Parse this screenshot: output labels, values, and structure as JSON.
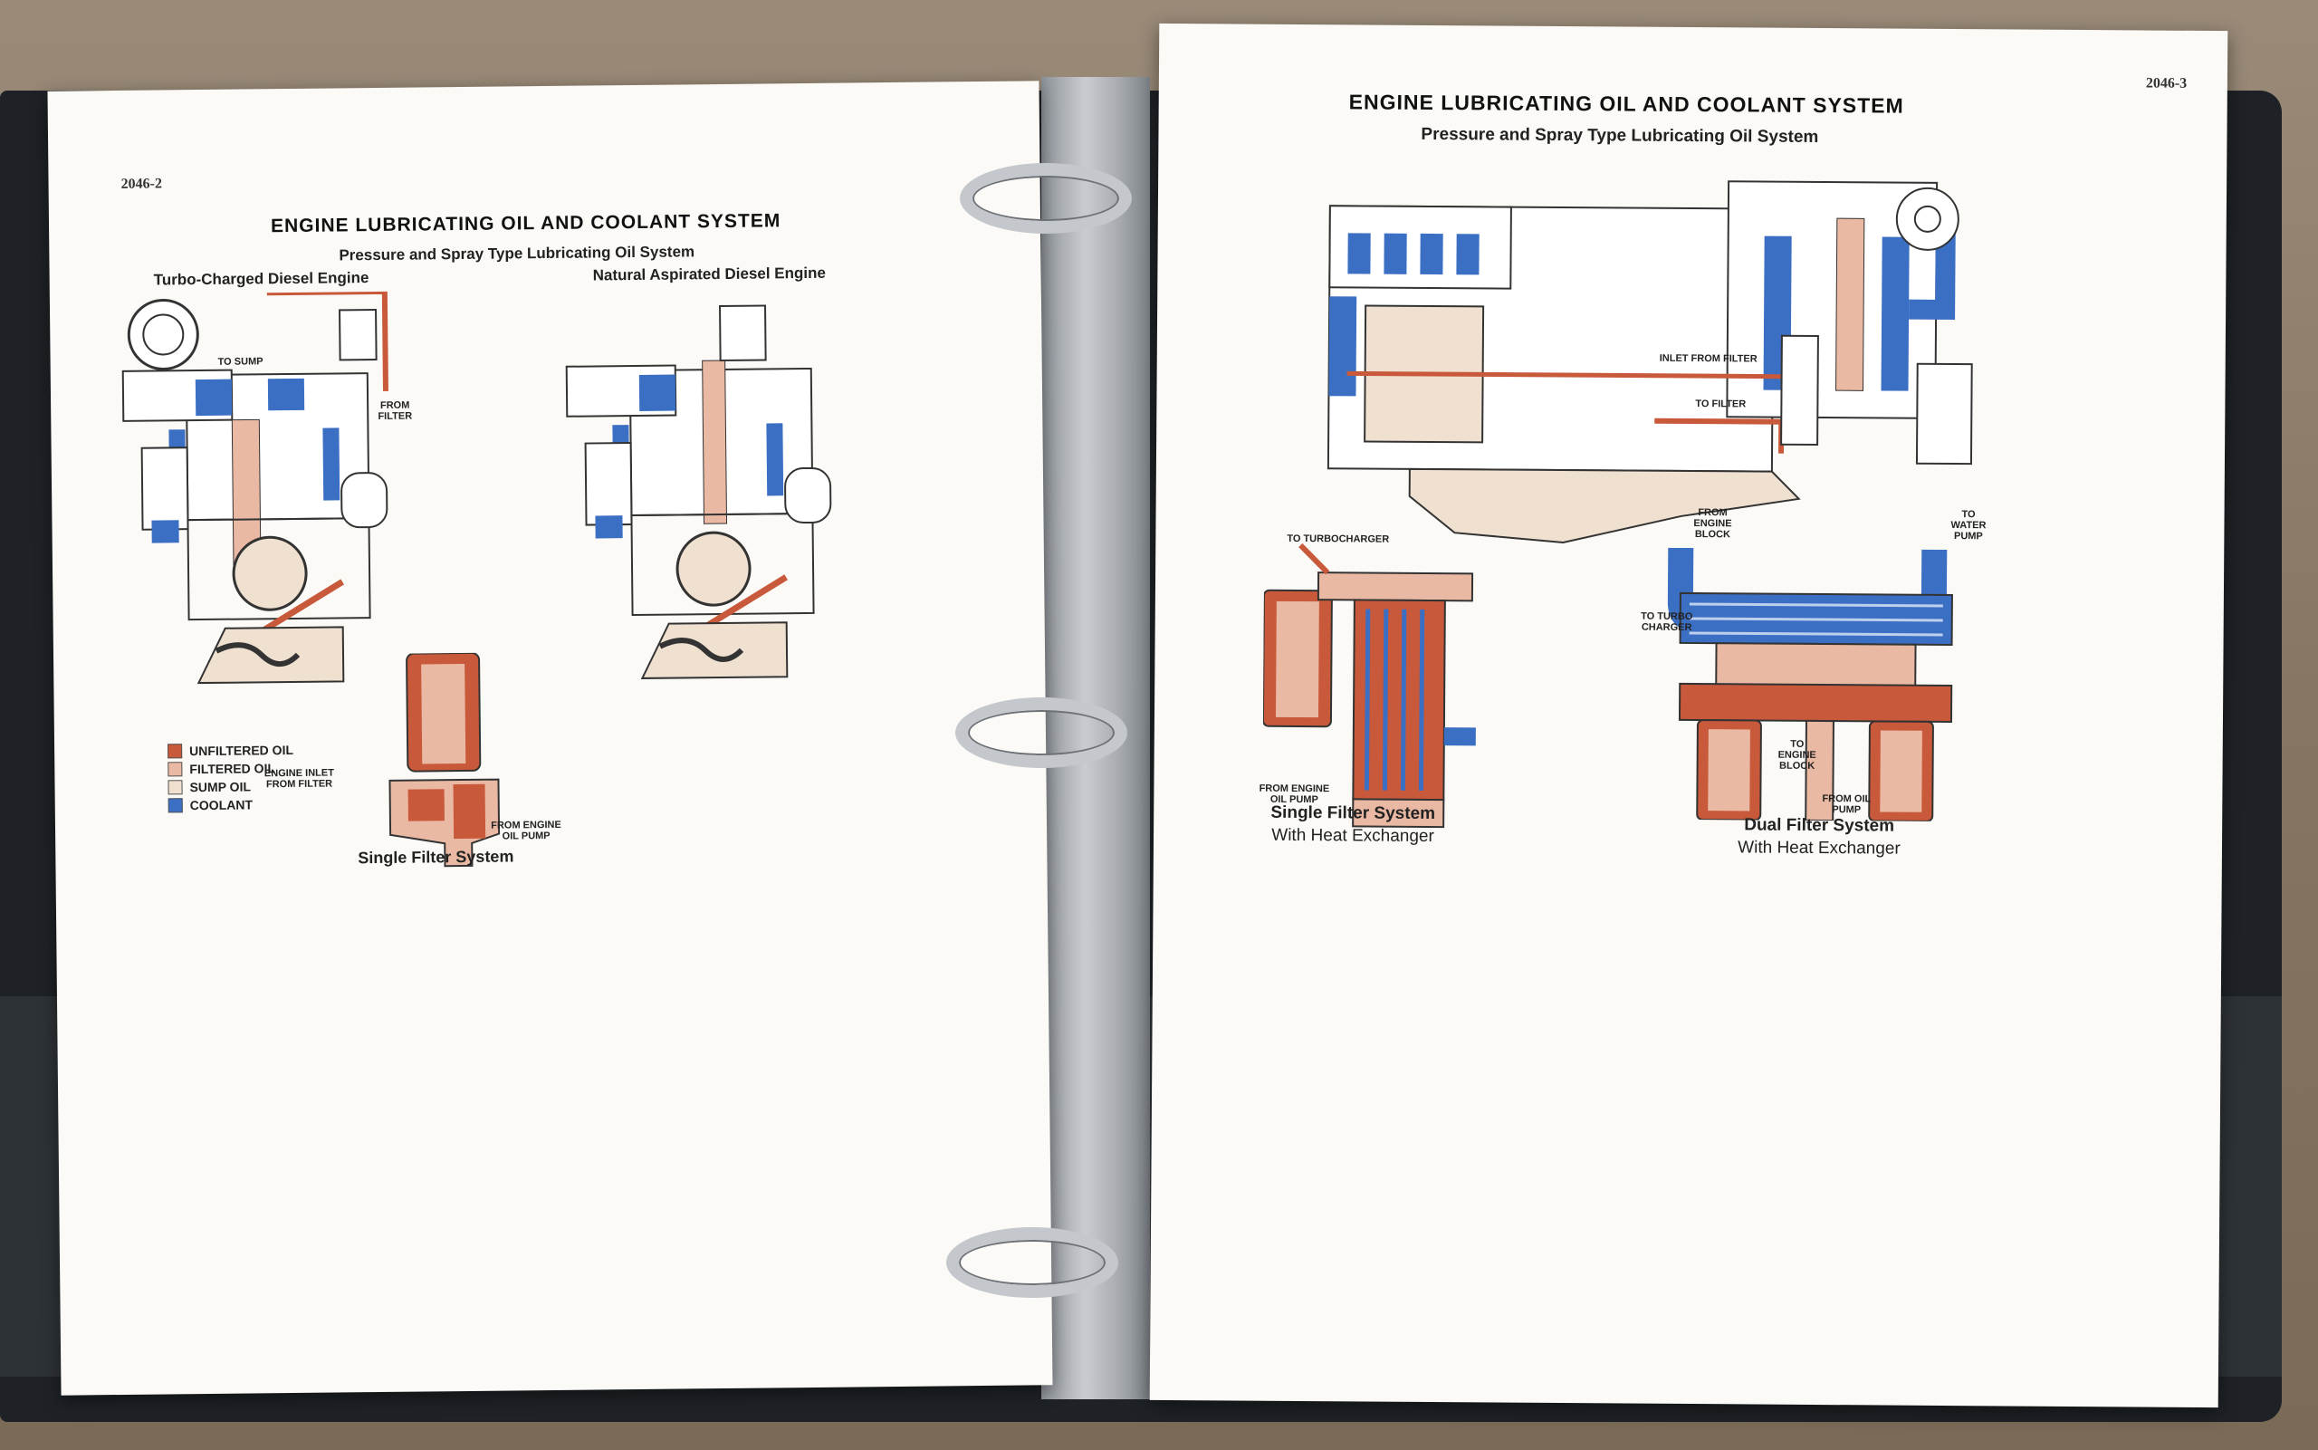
{
  "left_page": {
    "page_number": "2046-2",
    "title": "ENGINE LUBRICATING OIL AND COOLANT SYSTEM",
    "subtitle": "Pressure and Spray Type Lubricating Oil System",
    "turbo_caption": "Turbo-Charged Diesel Engine",
    "natural_caption": "Natural Aspirated Diesel Engine",
    "labels": {
      "to_sump": "TO SUMP",
      "from_filter": "FROM FILTER",
      "engine_inlet": "ENGINE INLET FROM FILTER",
      "from_engine_oil_pump": "FROM ENGINE OIL PUMP"
    },
    "filter_caption": "Single Filter System",
    "legend": [
      {
        "label": "UNFILTERED OIL",
        "color": "#c8593a"
      },
      {
        "label": "FILTERED OIL",
        "color": "#eab9a3"
      },
      {
        "label": "SUMP OIL",
        "color": "#efe0cf"
      },
      {
        "label": "COOLANT",
        "color": "#3b6fc4"
      }
    ]
  },
  "right_page": {
    "page_number": "2046-3",
    "title": "ENGINE LUBRICATING OIL AND COOLANT SYSTEM",
    "subtitle": "Pressure and Spray Type Lubricating Oil System",
    "labels": {
      "inlet_from_filter": "INLET FROM FILTER",
      "to_filter": "TO FILTER",
      "to_turbocharger": "TO TURBOCHARGER",
      "from_engine_oil_pump": "FROM ENGINE OIL PUMP",
      "from_engine_block": "FROM ENGINE BLOCK",
      "to_water_pump": "TO WATER PUMP",
      "to_turbo_charger": "TO TURBO CHARGER",
      "to_engine_block": "TO ENGINE BLOCK",
      "from_oil_pump": "FROM OIL PUMP"
    },
    "single_caption_1": "Single Filter System",
    "single_caption_2": "With Heat Exchanger",
    "dual_caption_1": "Dual Filter System",
    "dual_caption_2": "With Heat Exchanger"
  },
  "colors": {
    "unfiltered": "#c8593a",
    "filtered": "#eab9a3",
    "sump": "#efe0cf",
    "coolant": "#3b6fc4",
    "line": "#333333"
  }
}
